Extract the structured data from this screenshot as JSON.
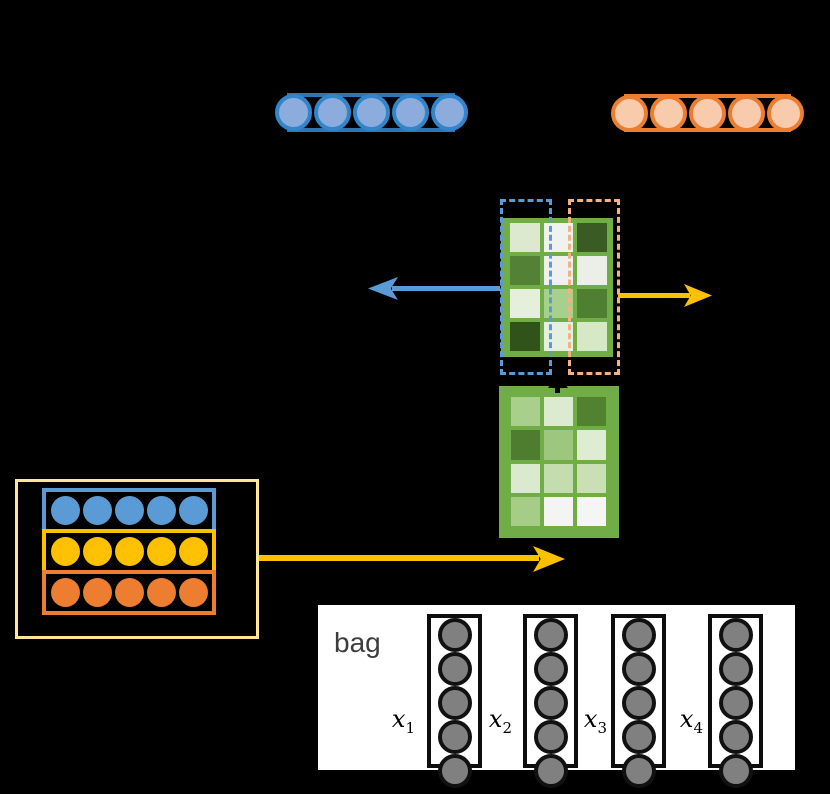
{
  "figure": {
    "background": "#000000",
    "top_left_vector": {
      "dots": 5,
      "fill": "#8CACDE",
      "ring": "#3185CA",
      "border": "#2E75B6"
    },
    "top_right_vector": {
      "dots": 5,
      "fill": "#F8CBAD",
      "ring": "#ED7D31",
      "border": "#ED7D31"
    },
    "overlays": {
      "blue_dashed": "#5B9BD5",
      "orange_dashed": "#F4B183"
    },
    "matrices": {
      "frame": "#70AD47",
      "upper": {
        "rows": 4,
        "cols": 3,
        "cells": [
          [
            "#DCE9CE",
            "#F0F2EE",
            "#3A5B23"
          ],
          [
            "#538135",
            "#F0F1EF",
            "#EBEFE8"
          ],
          [
            "#E4F0DB",
            "#A8D08D",
            "#4F8031"
          ],
          [
            "#2F5318",
            "#E5F0DE",
            "#D6E8C5"
          ]
        ]
      },
      "lower": {
        "rows": 4,
        "cols": 3,
        "cells": [
          [
            "#A9CF8C",
            "#DCEACF",
            "#528230"
          ],
          [
            "#4E7D30",
            "#9DC77E",
            "#DDECD2"
          ],
          [
            "#DBEACE",
            "#C4DDAE",
            "#C8E0B4"
          ],
          [
            "#A5CD88",
            "#F4F4F2",
            "#F5F6F4"
          ]
        ]
      }
    },
    "arrows": {
      "left": "#5B9BD5",
      "right": "#FFC000",
      "connector": "#FFC000"
    },
    "group_vectors": {
      "box_border": "#FFE699",
      "rows": [
        {
          "name": "blue",
          "color": "#5B9BD5",
          "dots": 5
        },
        {
          "name": "yellow",
          "color": "#FFC000",
          "dots": 5
        },
        {
          "name": "orange",
          "color": "#ED7D31",
          "dots": 5
        }
      ]
    },
    "bag": {
      "label": "bag",
      "dots_per_instance": 5,
      "dot_fill": "#808080",
      "instances": [
        {
          "base": "x",
          "sub": "1"
        },
        {
          "base": "x",
          "sub": "2"
        },
        {
          "base": "x",
          "sub": "3"
        },
        {
          "base": "x",
          "sub": "4"
        }
      ]
    }
  }
}
